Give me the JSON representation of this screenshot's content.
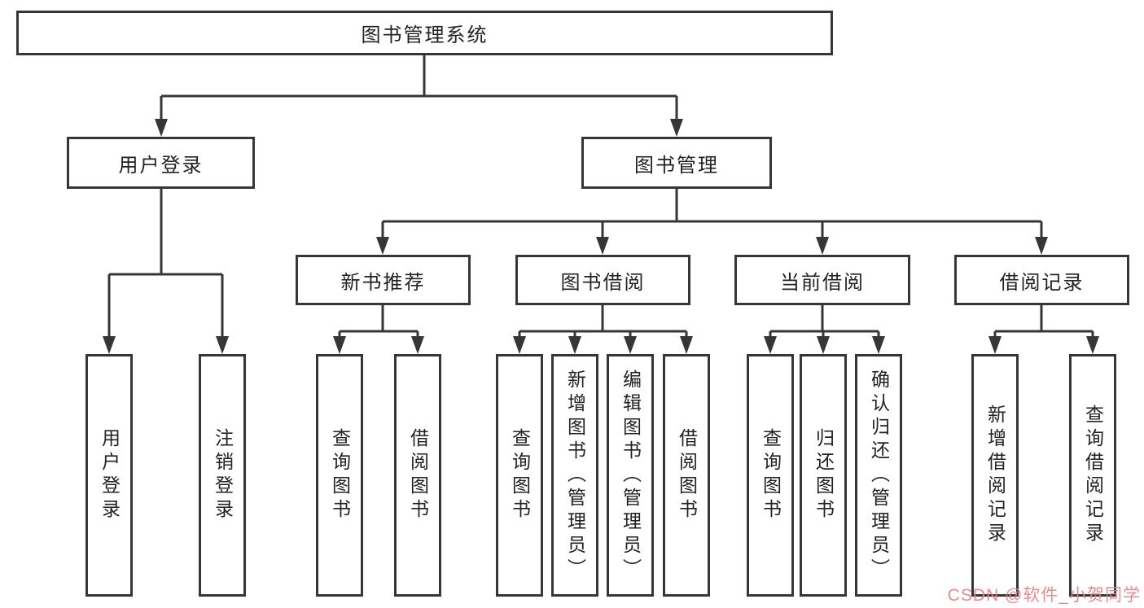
{
  "tree": {
    "label": "图书管理系统",
    "children": [
      {
        "label": "用户登录",
        "children": [
          {
            "label": "用户登录"
          },
          {
            "label": "注销登录"
          }
        ]
      },
      {
        "label": "图书管理",
        "children": [
          {
            "label": "新书推荐",
            "children": [
              {
                "label": "查询图书"
              },
              {
                "label": "借阅图书"
              }
            ]
          },
          {
            "label": "图书借阅",
            "children": [
              {
                "label": "查询图书"
              },
              {
                "label": "新增图书（管理员）"
              },
              {
                "label": "编辑图书（管理员）"
              },
              {
                "label": "借阅图书"
              }
            ]
          },
          {
            "label": "当前借阅",
            "children": [
              {
                "label": "查询图书"
              },
              {
                "label": "归还图书"
              },
              {
                "label": "确认归还（管理员）"
              }
            ]
          },
          {
            "label": "借阅记录",
            "children": [
              {
                "label": "新增借阅记录"
              },
              {
                "label": "查询借阅记录"
              }
            ]
          }
        ]
      }
    ]
  },
  "watermark": {
    "text": "CSDN @软件_小贺同学",
    "color": "#e88086"
  },
  "colors": {
    "line": "#363636",
    "box_border": "#363636",
    "text": "#222222",
    "background": "#ffffff"
  }
}
